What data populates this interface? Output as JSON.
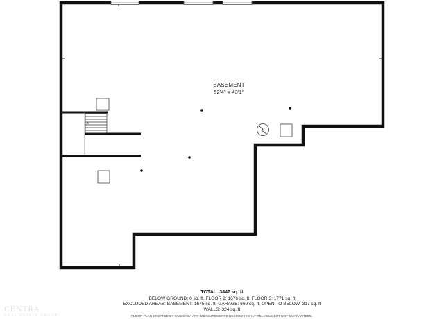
{
  "room": {
    "name": "BASEMENT",
    "dimensions": "52'4\" x 43'1\""
  },
  "stats": {
    "total": "TOTAL: 3447 sq. ft",
    "below_ground": "BELOW GROUND: 0 sq. ft, FLOOR 2: 1676 sq. ft, FLOOR 3: 1771 sq. ft",
    "excluded": "EXCLUDED AREAS: BASEMENT: 1675 sq. ft, GARAGE: 660 sq. ft, OPEN TO BELOW: 317 sq. ft",
    "walls": "WALLS: 324 sq. ft"
  },
  "disclaimer": "FLOOR PLAN CREATED BY CUBICASA APP. MEASUREMENTS DEEMED HIGHLY RELIABLE BUT NOT GUARANTEED.",
  "watermark": {
    "line1": "CENTRA",
    "line2": "REAL ESTATE GROUP"
  },
  "colors": {
    "wall": "#111111",
    "thin_line": "#888888",
    "background": "#ffffff"
  },
  "icons": [
    "window",
    "stairs",
    "column-post",
    "water-heater",
    "fixture-box",
    "ceiling-light"
  ]
}
